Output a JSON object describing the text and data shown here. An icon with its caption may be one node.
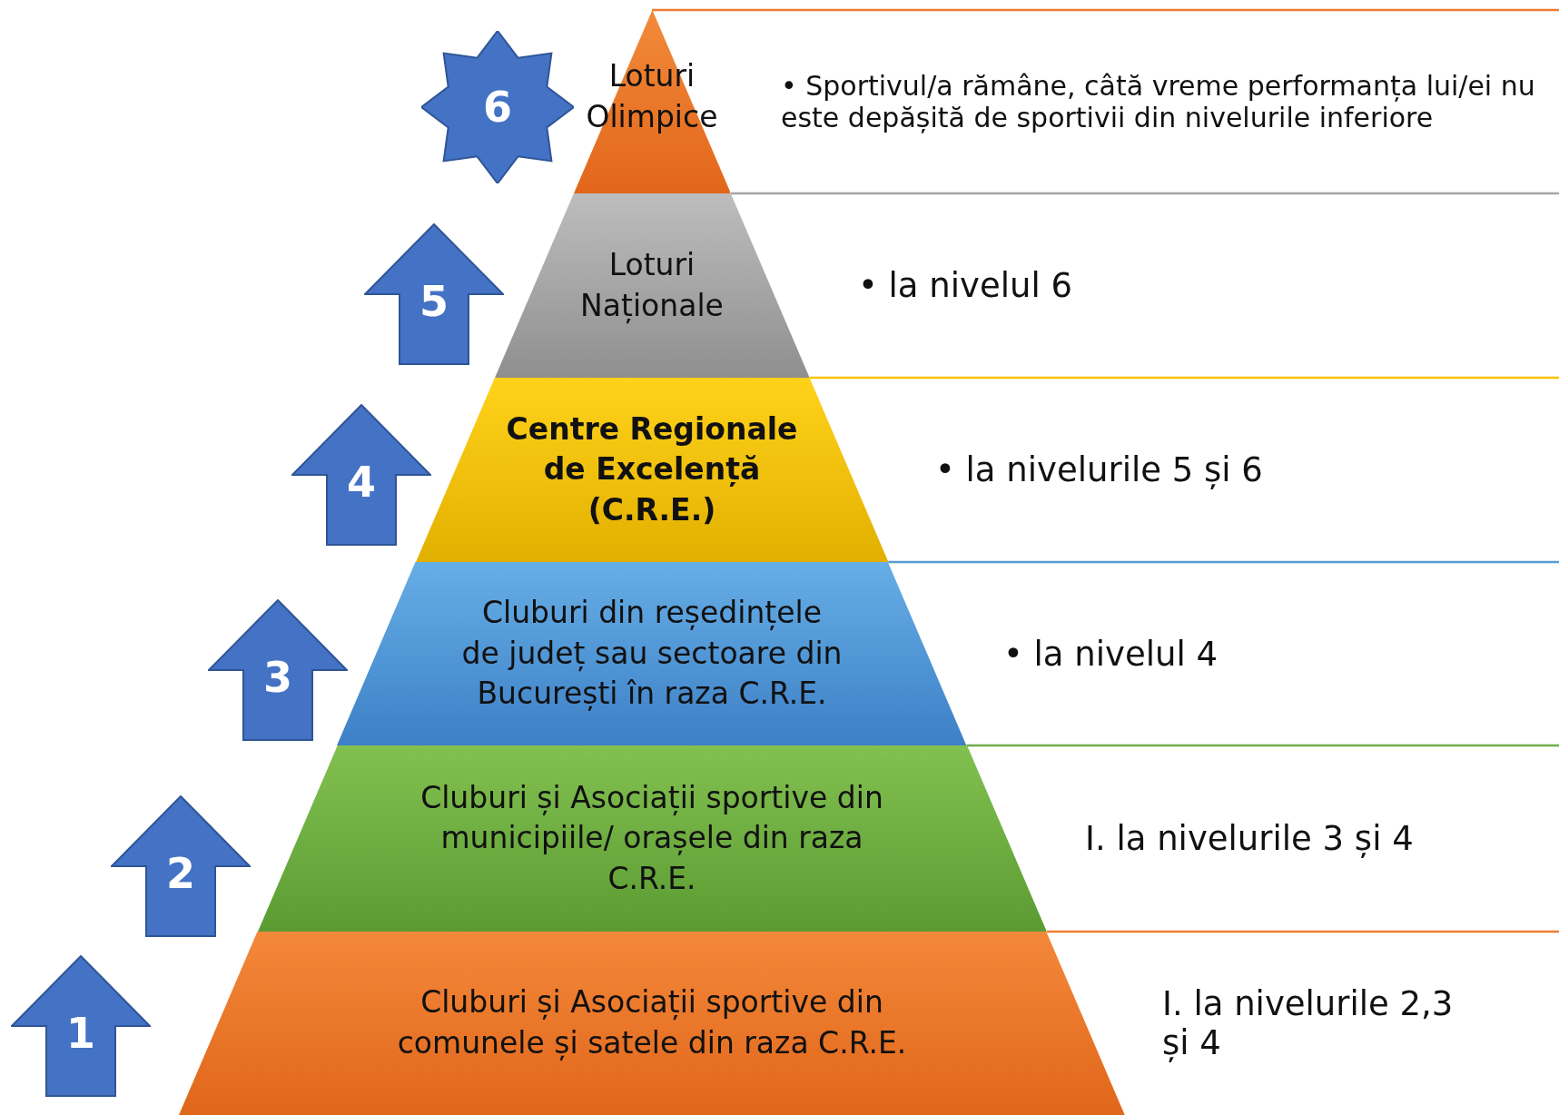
{
  "diagram": {
    "nodes": [
      {
        "text": [
          "Loturi Olimpice"
        ],
        "beside": [
          "• Sportivul/a rămâne, câtă vreme performanța lui/ei nu este depășită de sportivii din nivelurile inferiore"
        ]
      },
      {
        "text": [
          "Loturi Naționale"
        ],
        "beside": [
          "• la nivelul 6"
        ]
      },
      {
        "text": [
          "Centre Regionale de Excelență (C.R.E.)"
        ],
        "beside": [
          "• la nivelurile 5 și 6"
        ]
      },
      {
        "text": [
          "Cluburi din reședințele de județ sau sectoare din București în raza C.R.E."
        ],
        "beside": [
          "• la nivelul 4"
        ]
      },
      {
        "text": [
          "Cluburi și Asociații sportive din municipiile/ orașele din raza C.R.E."
        ],
        "beside": [
          "I. la nivelurile 3 și 4"
        ]
      },
      {
        "text": [
          "Cluburi și Asociații sportive din comunele și satele din raza C.R.E."
        ],
        "beside": [
          "I. la nivelurile 2,3 și 4"
        ]
      },
      {
        "text": [
          "6"
        ]
      },
      {
        "text": [
          "5"
        ]
      },
      {
        "text": [
          "4"
        ]
      },
      {
        "text": [
          "3"
        ]
      },
      {
        "text": [
          "2"
        ]
      },
      {
        "text": [
          "1"
        ]
      }
    ]
  }
}
